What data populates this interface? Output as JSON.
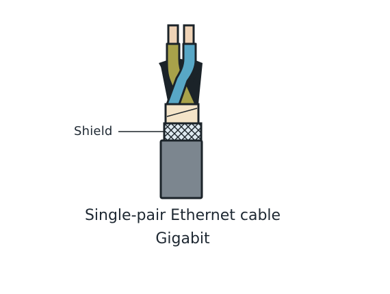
{
  "callout": {
    "label": "Shield"
  },
  "caption": {
    "line1": "Single-pair Ethernet cable",
    "line2": "Gigabit"
  },
  "colors": {
    "outline": "#1b2329",
    "conductor": "#efd3b6",
    "wire_a": "#a8a24a",
    "wire_b": "#58a7c6",
    "foil": "#f4e4c8",
    "braid": "#dde8ef",
    "jacket": "#7c868f",
    "text": "#1e2832"
  }
}
